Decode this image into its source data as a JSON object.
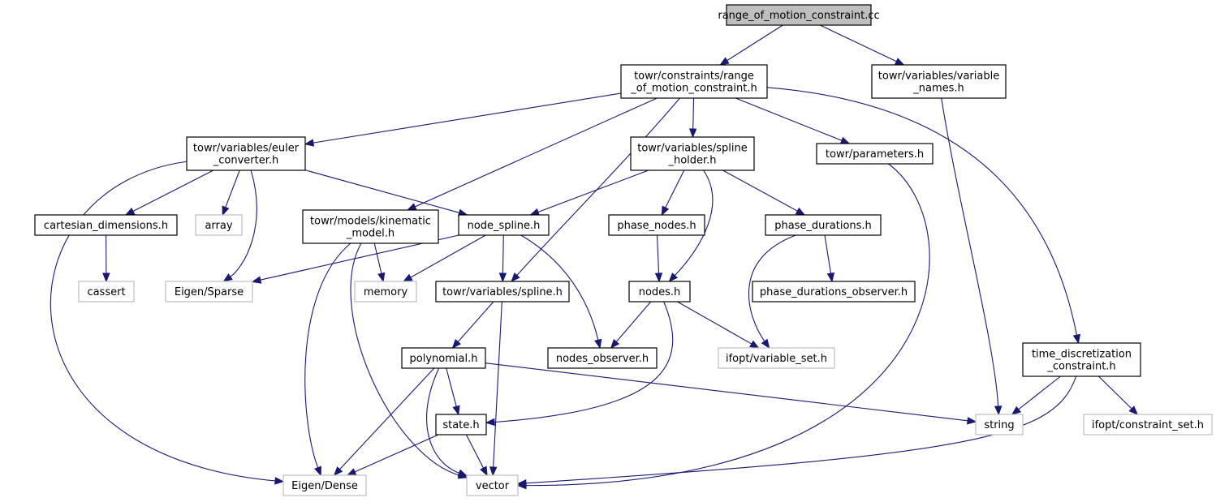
{
  "colors": {
    "edge": "#191970",
    "root_fill": "#bfbfbf",
    "local_border": "#000000",
    "system_border": "#bfbfbf",
    "text": "#000000"
  },
  "nodes": [
    {
      "id": "root",
      "kind": "root",
      "lines": [
        "range_of_motion_constraint.cc"
      ]
    },
    {
      "id": "rom_h",
      "kind": "local",
      "lines": [
        "towr/constraints/range",
        "_of_motion_constraint.h"
      ]
    },
    {
      "id": "var_names",
      "kind": "local",
      "lines": [
        "towr/variables/variable",
        "_names.h"
      ]
    },
    {
      "id": "euler",
      "kind": "local",
      "lines": [
        "towr/variables/euler",
        "_converter.h"
      ]
    },
    {
      "id": "spline_holder",
      "kind": "local",
      "lines": [
        "towr/variables/spline",
        "_holder.h"
      ]
    },
    {
      "id": "parameters",
      "kind": "local",
      "lines": [
        "towr/parameters.h"
      ]
    },
    {
      "id": "cart_dims",
      "kind": "local",
      "lines": [
        "cartesian_dimensions.h"
      ]
    },
    {
      "id": "array",
      "kind": "system",
      "lines": [
        "array"
      ]
    },
    {
      "id": "kinematic",
      "kind": "local",
      "lines": [
        "towr/models/kinematic",
        "_model.h"
      ]
    },
    {
      "id": "node_spline",
      "kind": "local",
      "lines": [
        "node_spline.h"
      ]
    },
    {
      "id": "phase_nodes",
      "kind": "local",
      "lines": [
        "phase_nodes.h"
      ]
    },
    {
      "id": "phase_dur",
      "kind": "local",
      "lines": [
        "phase_durations.h"
      ]
    },
    {
      "id": "cassert",
      "kind": "system",
      "lines": [
        "cassert"
      ]
    },
    {
      "id": "eigen_sparse",
      "kind": "system",
      "lines": [
        "Eigen/Sparse"
      ]
    },
    {
      "id": "memory",
      "kind": "system",
      "lines": [
        "memory"
      ]
    },
    {
      "id": "spline_h",
      "kind": "local",
      "lines": [
        "towr/variables/spline.h"
      ]
    },
    {
      "id": "nodes_h",
      "kind": "local",
      "lines": [
        "nodes.h"
      ]
    },
    {
      "id": "phase_dur_obs",
      "kind": "local",
      "lines": [
        "phase_durations_observer.h"
      ]
    },
    {
      "id": "polynomial",
      "kind": "local",
      "lines": [
        "polynomial.h"
      ]
    },
    {
      "id": "nodes_obs",
      "kind": "local",
      "lines": [
        "nodes_observer.h"
      ]
    },
    {
      "id": "var_set",
      "kind": "system",
      "lines": [
        "ifopt/variable_set.h"
      ]
    },
    {
      "id": "time_disc",
      "kind": "local",
      "lines": [
        "time_discretization",
        "_constraint.h"
      ]
    },
    {
      "id": "state",
      "kind": "local",
      "lines": [
        "state.h"
      ]
    },
    {
      "id": "string",
      "kind": "system",
      "lines": [
        "string"
      ]
    },
    {
      "id": "constraint_set",
      "kind": "system",
      "lines": [
        "ifopt/constraint_set.h"
      ]
    },
    {
      "id": "eigen_dense",
      "kind": "system",
      "lines": [
        "Eigen/Dense"
      ]
    },
    {
      "id": "vector",
      "kind": "system",
      "lines": [
        "vector"
      ]
    }
  ],
  "edges": [
    [
      "root",
      "rom_h"
    ],
    [
      "root",
      "var_names"
    ],
    [
      "rom_h",
      "euler"
    ],
    [
      "rom_h",
      "kinematic"
    ],
    [
      "rom_h",
      "spline_h"
    ],
    [
      "rom_h",
      "spline_holder"
    ],
    [
      "rom_h",
      "parameters"
    ],
    [
      "rom_h",
      "time_disc"
    ],
    [
      "var_names",
      "string"
    ],
    [
      "euler",
      "cart_dims"
    ],
    [
      "euler",
      "array"
    ],
    [
      "euler",
      "eigen_sparse"
    ],
    [
      "euler",
      "eigen_dense"
    ],
    [
      "euler",
      "node_spline"
    ],
    [
      "cart_dims",
      "cassert"
    ],
    [
      "spline_holder",
      "node_spline"
    ],
    [
      "spline_holder",
      "phase_nodes"
    ],
    [
      "spline_holder",
      "nodes_h"
    ],
    [
      "spline_holder",
      "phase_dur"
    ],
    [
      "parameters",
      "vector"
    ],
    [
      "kinematic",
      "memory"
    ],
    [
      "kinematic",
      "eigen_dense"
    ],
    [
      "kinematic",
      "vector"
    ],
    [
      "node_spline",
      "eigen_sparse"
    ],
    [
      "node_spline",
      "memory"
    ],
    [
      "node_spline",
      "spline_h"
    ],
    [
      "node_spline",
      "nodes_obs"
    ],
    [
      "phase_nodes",
      "nodes_h"
    ],
    [
      "phase_dur",
      "phase_dur_obs"
    ],
    [
      "phase_dur",
      "var_set"
    ],
    [
      "nodes_h",
      "nodes_obs"
    ],
    [
      "nodes_h",
      "var_set"
    ],
    [
      "nodes_h",
      "state"
    ],
    [
      "spline_h",
      "polynomial"
    ],
    [
      "spline_h",
      "vector"
    ],
    [
      "polynomial",
      "state"
    ],
    [
      "polynomial",
      "eigen_dense"
    ],
    [
      "polynomial",
      "vector"
    ],
    [
      "polynomial",
      "string"
    ],
    [
      "state",
      "eigen_dense"
    ],
    [
      "state",
      "vector"
    ],
    [
      "time_disc",
      "string"
    ],
    [
      "time_disc",
      "constraint_set"
    ],
    [
      "time_disc",
      "vector"
    ]
  ]
}
